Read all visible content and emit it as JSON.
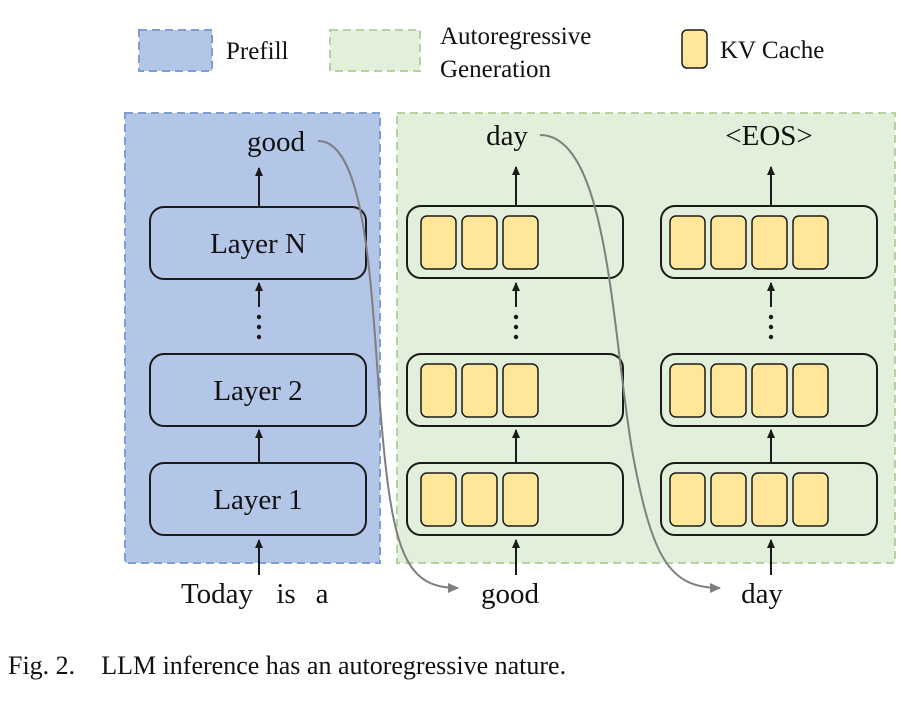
{
  "legend": {
    "prefill_label": "Prefill",
    "autoregressive_line1": "Autoregressive",
    "autoregressive_line2": "Generation",
    "kv_cache_label": "KV Cache"
  },
  "prefill": {
    "output_token": "good",
    "layers": [
      "Layer N",
      "Layer 2",
      "Layer 1"
    ],
    "input_tokens": [
      "Today",
      "is",
      "a"
    ]
  },
  "generation_steps": [
    {
      "output_token": "day",
      "input_token": "good",
      "kv_cache_blocks": [
        3,
        3,
        3
      ]
    },
    {
      "output_token": "<EOS>",
      "input_token": "day",
      "kv_cache_blocks": [
        4,
        4,
        4
      ]
    }
  ],
  "caption": {
    "label": "Fig. 2.",
    "text": "LLM inference has an autoregressive nature."
  },
  "colors": {
    "prefill_fill": "#b4c6e7",
    "prefill_border": "#7f9fd1",
    "generation_fill": "#e2efda",
    "generation_border": "#b5d3a0",
    "kv_cache_fill": "#ffe699",
    "stroke": "#1a1a1a",
    "curve": "#7f7f7f"
  }
}
